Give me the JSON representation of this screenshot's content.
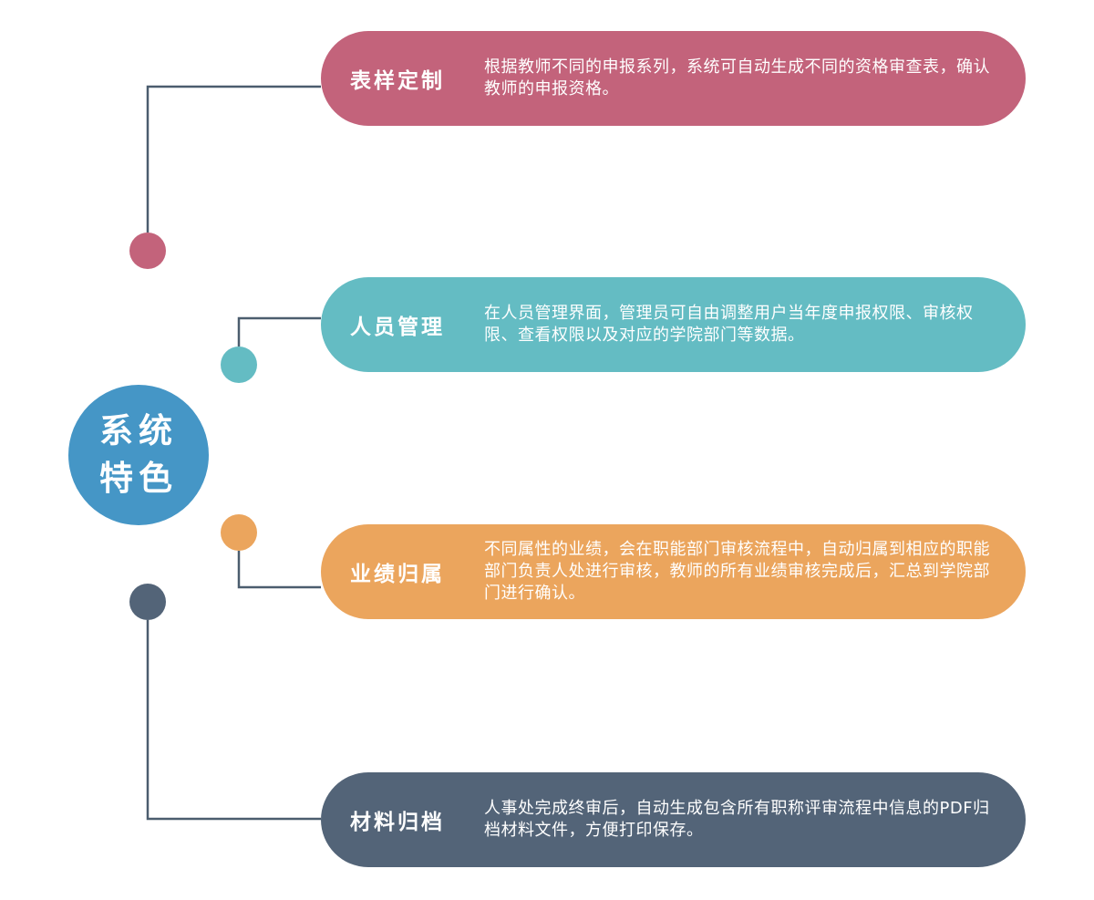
{
  "hub": {
    "line1": "系统",
    "line2": "特色",
    "color": "#4596c6"
  },
  "connector_color": "#4b5d6e",
  "features": [
    {
      "title": "表样定制",
      "description": "根据教师不同的申报系列，系统可自动生成不同的资格审查表，确认教师的申报资格。",
      "color": "#c3637b"
    },
    {
      "title": "人员管理",
      "description": "在人员管理界面，管理员可自由调整用户当年度申报权限、审核权限、查看权限以及对应的学院部门等数据。",
      "color": "#64bcc3"
    },
    {
      "title": "业绩归属",
      "description": "不同属性的业绩，会在职能部门审核流程中，自动归属到相应的职能部门负责人处进行审核，教师的所有业绩审核完成后，汇总到学院部门进行确认。",
      "color": "#eba55d"
    },
    {
      "title": "材料归档",
      "description": "人事处完成终审后，自动生成包含所有职称评审流程中信息的PDF归档材料文件，方便打印保存。",
      "color": "#536478"
    }
  ]
}
